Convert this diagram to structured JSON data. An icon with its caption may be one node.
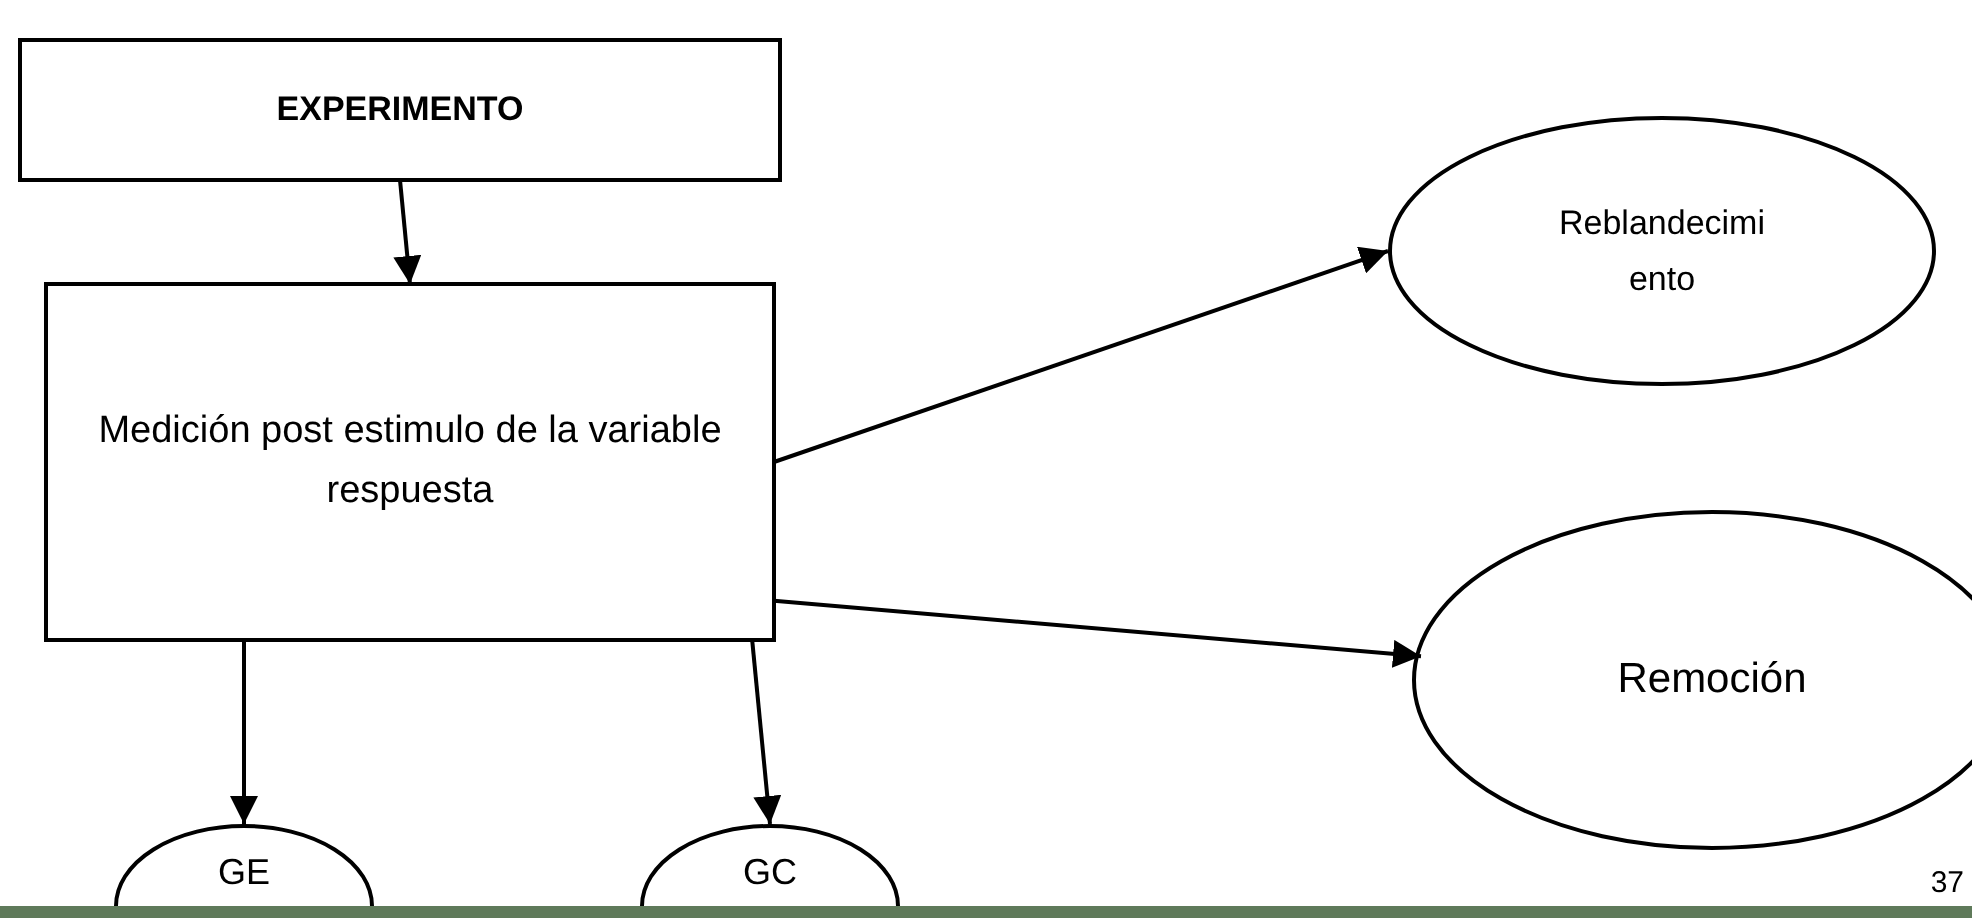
{
  "diagram": {
    "nodes": [
      {
        "text": [
          "EXPERIMENTO"
        ]
      },
      {
        "text": [
          "Medición post estimulo de la variable respuesta"
        ]
      },
      {
        "text": [
          "Reblandecimiento"
        ]
      },
      {
        "text": [
          "Remoción"
        ]
      },
      {
        "text": [
          "GE"
        ]
      },
      {
        "text": [
          "GC"
        ]
      }
    ],
    "edges": [
      {
        "from": 0,
        "to": 1,
        "arrow": "to"
      },
      {
        "from": 1,
        "to": 2,
        "arrow": "to"
      },
      {
        "from": 1,
        "to": 3,
        "arrow": "to"
      },
      {
        "from": 1,
        "to": 4,
        "arrow": "to"
      },
      {
        "from": 1,
        "to": 5,
        "arrow": "to"
      }
    ],
    "labels": [
      "37"
    ]
  }
}
